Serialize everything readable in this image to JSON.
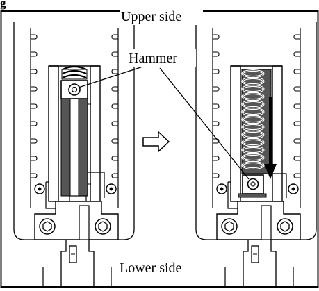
{
  "figure": {
    "title_fragment": "g",
    "labels": {
      "top": "Upper side",
      "callout": "Hammer",
      "bottom": "Lower side"
    },
    "panels": [
      {
        "state": "hammer-raised"
      },
      {
        "state": "hammer-lowered"
      }
    ],
    "transition_arrow": "hollow-right-arrow"
  }
}
